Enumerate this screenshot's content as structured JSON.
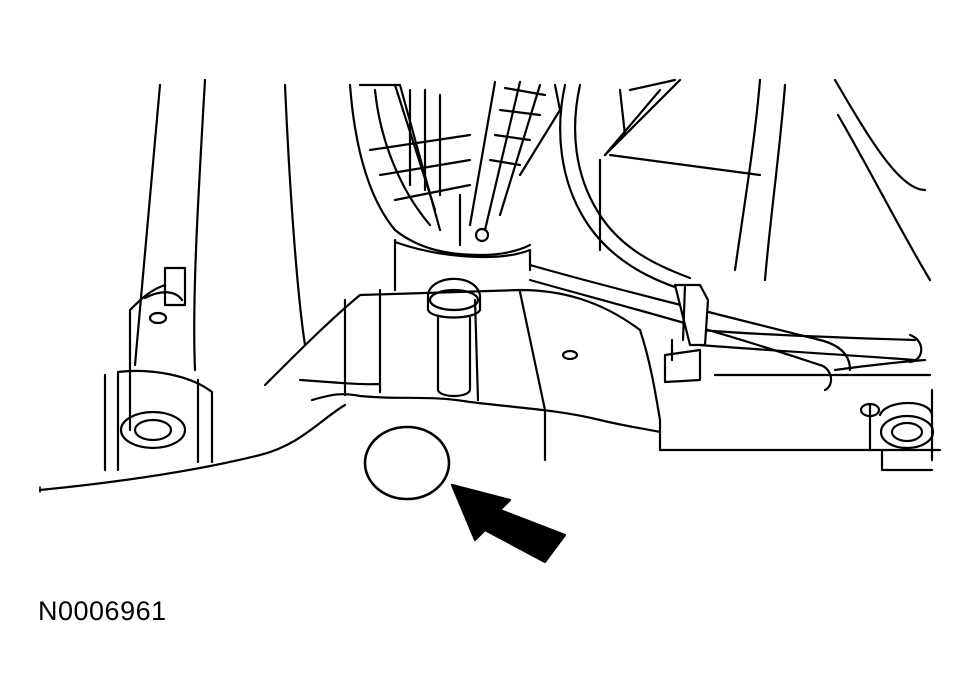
{
  "figure": {
    "code": "N0006961",
    "line_color": "#000000",
    "background_color": "#ffffff",
    "callout": {
      "marker": "circle",
      "pointer": "arrow-pointing-up-left"
    }
  }
}
